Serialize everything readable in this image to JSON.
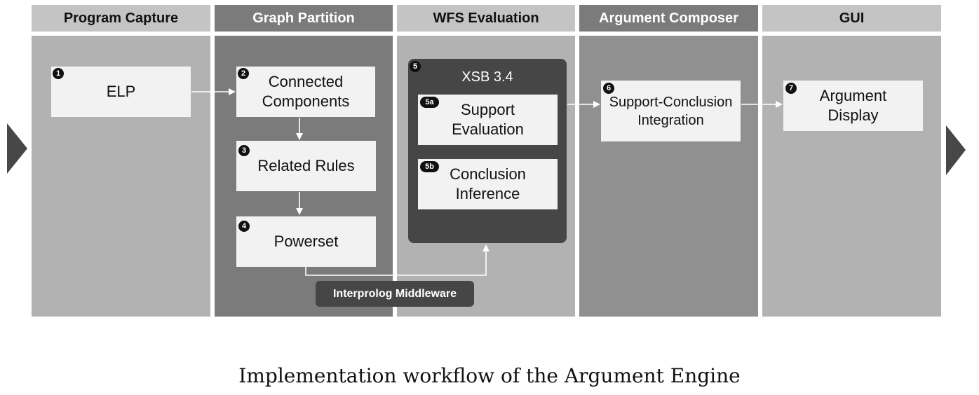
{
  "columns": [
    {
      "header": "Program Capture"
    },
    {
      "header": "Graph Partition"
    },
    {
      "header": "WFS Evaluation"
    },
    {
      "header": "Argument Composer"
    },
    {
      "header": "GUI"
    }
  ],
  "nodes": {
    "elp": {
      "badge": "1",
      "label": "ELP"
    },
    "connected_components": {
      "badge": "2",
      "label_line1": "Connected",
      "label_line2": "Components"
    },
    "related_rules": {
      "badge": "3",
      "label": "Related Rules"
    },
    "powerset": {
      "badge": "4",
      "label": "Powerset"
    },
    "xsb": {
      "badge": "5",
      "label": "XSB 3.4"
    },
    "support_evaluation": {
      "badge": "5a",
      "label_line1": "Support",
      "label_line2": "Evaluation"
    },
    "conclusion_inference": {
      "badge": "5b",
      "label_line1": "Conclusion",
      "label_line2": "Inference"
    },
    "support_conclusion_integration": {
      "badge": "6",
      "label_line1": "Support-Conclusion",
      "label_line2": "Integration"
    },
    "argument_display": {
      "badge": "7",
      "label_line1": "Argument",
      "label_line2": "Display"
    }
  },
  "middleware": {
    "label": "Interprolog Middleware"
  },
  "caption": "Implementation workflow of the Argument Engine",
  "colors": {
    "header_light": "#c4c4c4",
    "header_dark": "#7b7b7b",
    "body_light": "#b2b2b2",
    "body_dark": "#7b7b7b",
    "body_composer": "#909090",
    "box_fill": "#f2f2f2",
    "xsb_container": "#464646",
    "badge": "#111111",
    "arrow": "#ffffff"
  }
}
